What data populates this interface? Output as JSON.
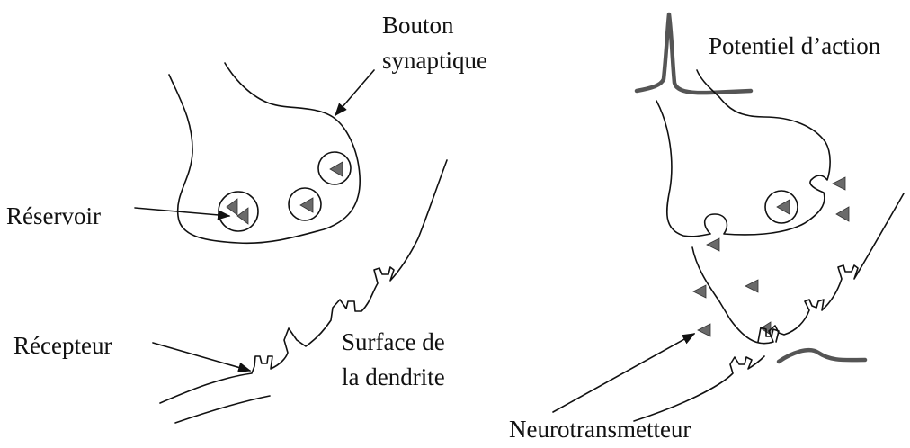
{
  "labels": {
    "bouton_line1": "Bouton",
    "bouton_line2": "synaptique",
    "reservoir": "Réservoir",
    "recepteur": "Récepteur",
    "surface_line1": "Surface de",
    "surface_line2": "la dendrite",
    "potentiel": "Potentiel d’action",
    "neurotransmetteur": "Neurotransmetteur"
  },
  "colors": {
    "ink": "#111111",
    "neurotransmitter": "#6a6a6a",
    "action_potential": "#555555"
  }
}
